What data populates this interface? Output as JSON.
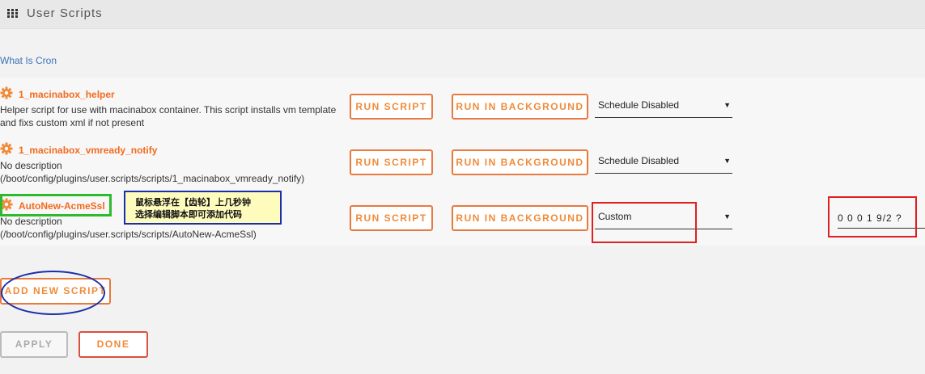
{
  "header": {
    "title": "User Scripts",
    "icon": "grid-icon"
  },
  "cron_link": "What Is Cron",
  "scripts": [
    {
      "name": "1_macinabox_helper",
      "description": "Helper script for use with macinabox container. This script installs vm template and fixs custom xml if not present",
      "run_label": "RUN SCRIPT",
      "bg_label": "RUN IN BACKGROUND",
      "schedule": "Schedule Disabled"
    },
    {
      "name": "1_macinabox_vmready_notify",
      "description": "No description\n(/boot/config/plugins/user.scripts/scripts/1_macinabox_vmready_notify)",
      "run_label": "RUN SCRIPT",
      "bg_label": "RUN IN BACKGROUND",
      "schedule": "Schedule Disabled"
    },
    {
      "name": "AutoNew-AcmeSsl",
      "description": "No description\n(/boot/config/plugins/user.scripts/scripts/AutoNew-AcmeSsl)",
      "run_label": "RUN SCRIPT",
      "bg_label": "RUN IN BACKGROUND",
      "schedule": "Custom",
      "custom_cron": "0 0 0 1 9/2 ?"
    }
  ],
  "annotation": {
    "tooltip_line1": "鼠标悬浮在【齿轮】上几秒钟",
    "tooltip_line2": "选择编辑脚本即可添加代码"
  },
  "actions": {
    "add_label": "ADD NEW SCRIPT",
    "apply_label": "APPLY",
    "done_label": "DONE"
  },
  "colors": {
    "accent": "#f26b1d",
    "button_border": "#e87a3f",
    "highlight_red": "#e02020",
    "highlight_green": "#2dbb2d",
    "highlight_blue": "#1a2ea8"
  }
}
